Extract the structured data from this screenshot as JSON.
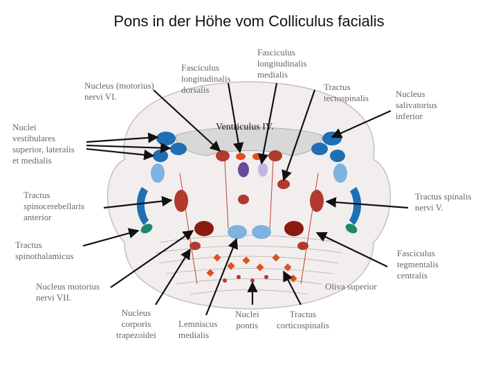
{
  "title": "Pons in der Höhe vom Colliculus facialis",
  "labels": {
    "flm_dorsalis": "Fasciculus\nlongitudinalis\ndorsalis",
    "flm_medialis": "Fasciculus\nlongitudinalis\nmedialis",
    "nucleus_motorius_vi": "Nucleus (motorius)\nnervi VI.",
    "tractus_tectospinalis": "Tractus\ntectospinalis",
    "nucleus_salivatorius": "Nucleus\nsalivatorius\ninferior",
    "nuclei_vestibulares": "Nuclei\nvestibulares\nsuperior, lateralis\net medialis",
    "ventriculus": "Ventriculus IV.",
    "tractus_spinocerebellaris": "Tractus\nspinocerebellaris\nanterior",
    "tractus_spinalis_v": "Tractus spinalis\nnervi V.",
    "tractus_spinothalamicus": "Tractus\nspinothalamicus",
    "fasciculus_tegmentalis": "Fasciculus\ntegmentalis\ncentralis",
    "nucleus_motorius_vii": "Nucleus motorius\nnervi VII.",
    "oliva_superior": "Oliva superior",
    "nucleus_corporis": "Nucleus\ncorporis\ntrapezoidei",
    "lemniscus_medialis": "Lemniscus\nmedialis",
    "nuclei_pontis": "Nuclei\npontis",
    "tractus_corticospinalis": "Tractus\ncorticospinalis"
  },
  "colors": {
    "blue": "#1f6fb5",
    "light_blue": "#7db3de",
    "red_brown": "#b03a2e",
    "dark_red": "#8b1a10",
    "orange_red": "#e05020",
    "green": "#1a8a6a",
    "purple": "#6a4a9a",
    "ventricle_grey": "#d8d8d8",
    "tissue": "#f2eeee"
  }
}
